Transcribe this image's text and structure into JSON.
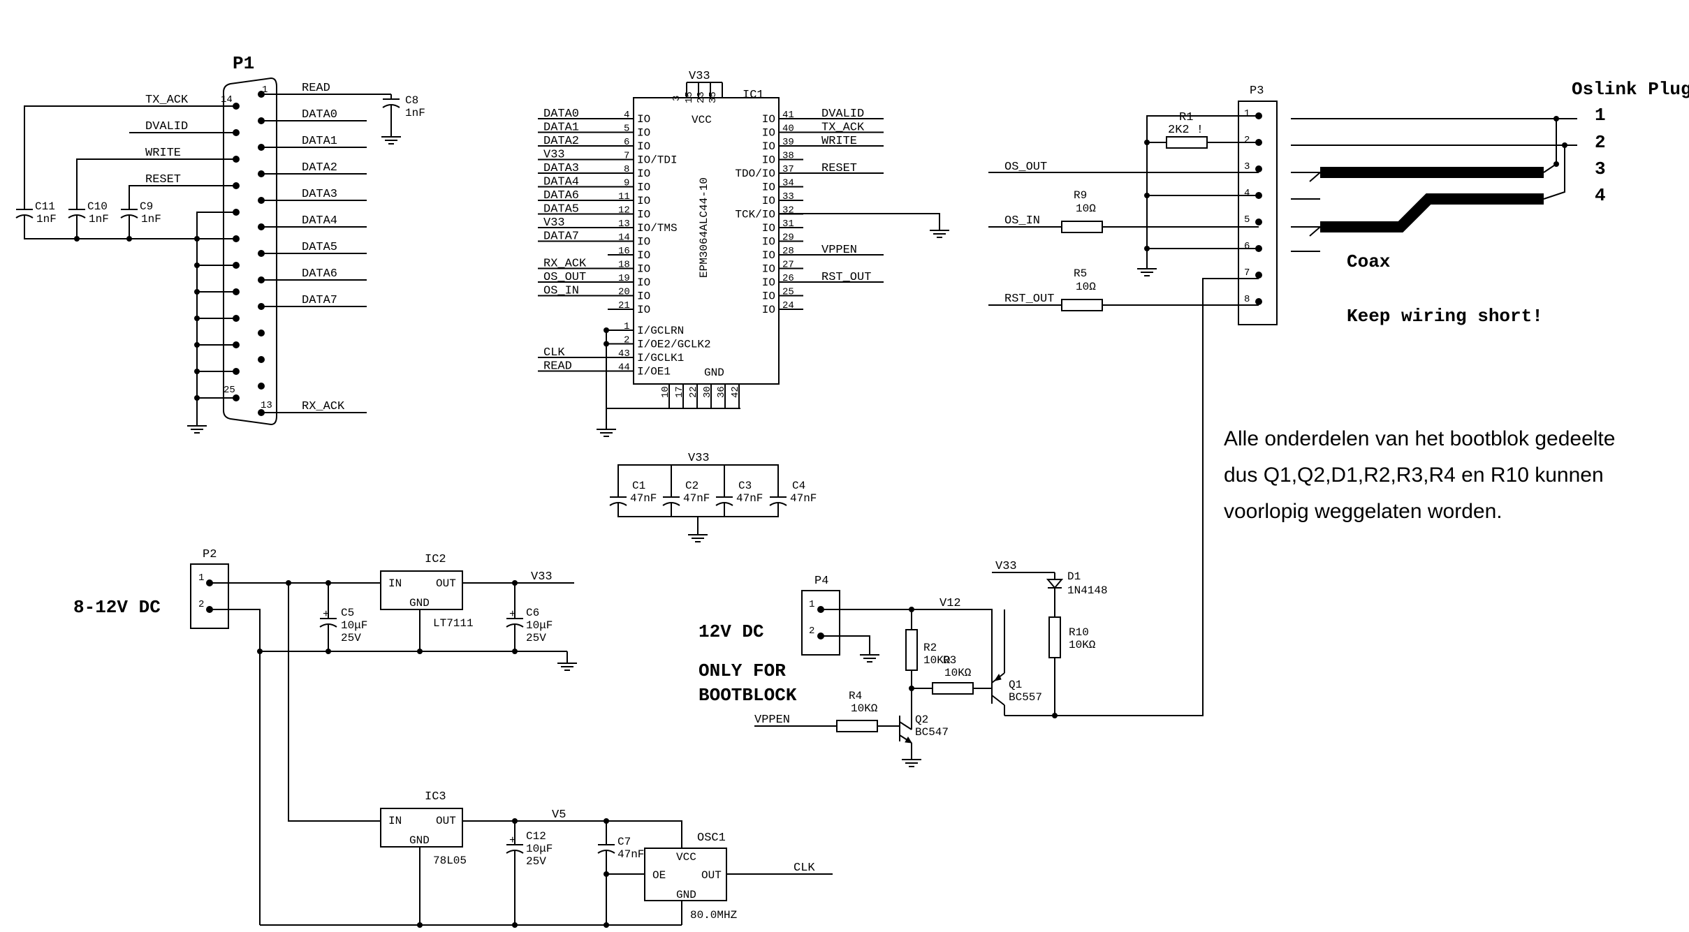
{
  "p1": {
    "ref": "P1",
    "pin1": "1",
    "pin13": "13",
    "pin14": "14",
    "pin25": "25",
    "left_nets": [
      "TX_ACK",
      "DVALID",
      "WRITE",
      "RESET"
    ],
    "right_nets": [
      "READ",
      "DATA0",
      "DATA1",
      "DATA2",
      "DATA3",
      "DATA4",
      "DATA5",
      "DATA6",
      "DATA7",
      "RX_ACK"
    ],
    "caps": [
      {
        "ref": "C11",
        "value": "1nF"
      },
      {
        "ref": "C10",
        "value": "1nF"
      },
      {
        "ref": "C9",
        "value": "1nF"
      },
      {
        "ref": "C8",
        "value": "1nF"
      }
    ]
  },
  "ic1": {
    "ref": "IC1",
    "part": "EPM3064ALC44-10",
    "supply": "V33",
    "top_pins": [
      "3",
      "15",
      "23",
      "35"
    ],
    "vcc": "VCC",
    "gnd": "GND",
    "left_pins": [
      {
        "net": "DATA0",
        "num": "4",
        "func": "IO"
      },
      {
        "net": "DATA1",
        "num": "5",
        "func": "IO"
      },
      {
        "net": "DATA2",
        "num": "6",
        "func": "IO"
      },
      {
        "net": "V33",
        "num": "7",
        "func": "IO/TDI"
      },
      {
        "net": "DATA3",
        "num": "8",
        "func": "IO"
      },
      {
        "net": "DATA4",
        "num": "9",
        "func": "IO"
      },
      {
        "net": "DATA6",
        "num": "11",
        "func": "IO"
      },
      {
        "net": "DATA5",
        "num": "12",
        "func": "IO"
      },
      {
        "net": "V33",
        "num": "13",
        "func": "IO/TMS"
      },
      {
        "net": "DATA7",
        "num": "14",
        "func": "IO"
      },
      {
        "net": "",
        "num": "16",
        "func": "IO"
      },
      {
        "net": "RX_ACK",
        "num": "18",
        "func": "IO"
      },
      {
        "net": "OS_OUT",
        "num": "19",
        "func": "IO"
      },
      {
        "net": "OS_IN",
        "num": "20",
        "func": "IO"
      },
      {
        "net": "",
        "num": "21",
        "func": "IO"
      }
    ],
    "left_pins2": [
      {
        "net": "",
        "num": "1",
        "func": "I/GCLRN"
      },
      {
        "net": "",
        "num": "2",
        "func": "I/OE2/GCLK2"
      },
      {
        "net": "CLK",
        "num": "43",
        "func": "I/GCLK1"
      },
      {
        "net": "READ",
        "num": "44",
        "func": "I/OE1"
      }
    ],
    "right_pins": [
      {
        "net": "DVALID",
        "num": "41",
        "func": "IO"
      },
      {
        "net": "TX_ACK",
        "num": "40",
        "func": "IO"
      },
      {
        "net": "WRITE",
        "num": "39",
        "func": "IO"
      },
      {
        "net": "",
        "num": "38",
        "func": "IO"
      },
      {
        "net": "RESET",
        "num": "37",
        "func": "TDO/IO"
      },
      {
        "net": "",
        "num": "34",
        "func": "IO"
      },
      {
        "net": "",
        "num": "33",
        "func": "IO"
      },
      {
        "net": "",
        "num": "32",
        "func": "TCK/IO"
      },
      {
        "net": "",
        "num": "31",
        "func": "IO"
      },
      {
        "net": "",
        "num": "29",
        "func": "IO"
      },
      {
        "net": "VPPEN",
        "num": "28",
        "func": "IO"
      },
      {
        "net": "",
        "num": "27",
        "func": "IO"
      },
      {
        "net": "RST_OUT",
        "num": "26",
        "func": "IO"
      },
      {
        "net": "",
        "num": "25",
        "func": "IO"
      },
      {
        "net": "",
        "num": "24",
        "func": "IO"
      }
    ],
    "bottom_pins": [
      "10",
      "17",
      "22",
      "30",
      "36",
      "42"
    ]
  },
  "decoupling": {
    "supply": "V33",
    "caps": [
      {
        "ref": "C1",
        "value": "47nF"
      },
      {
        "ref": "C2",
        "value": "47nF"
      },
      {
        "ref": "C3",
        "value": "47nF"
      },
      {
        "ref": "C4",
        "value": "47nF"
      }
    ]
  },
  "p3": {
    "ref": "P3",
    "pins": [
      "1",
      "2",
      "3",
      "4",
      "5",
      "6",
      "7",
      "8"
    ],
    "r1": {
      "ref": "R1",
      "value": "2K2 !"
    },
    "r9": {
      "ref": "R9",
      "value": "10Ω"
    },
    "r5": {
      "ref": "R5",
      "value": "10Ω"
    },
    "nets": {
      "os_out": "OS_OUT",
      "os_in": "OS_IN",
      "rst_out": "RST_OUT"
    }
  },
  "oslink": {
    "title": "Oslink Plug",
    "pins": [
      "1",
      "2",
      "3",
      "4"
    ],
    "coax": "Coax",
    "note": "Keep wiring short!"
  },
  "note": [
    "Alle onderdelen van het bootblok gedeelte",
    "dus Q1,Q2,D1,R2,R3,R4 en R10 kunnen",
    "voorlopig weggelaten worden."
  ],
  "power": {
    "p2": "P2",
    "label": "8-12V DC",
    "pin1": "1",
    "pin2": "2",
    "ic2": {
      "ref": "IC2",
      "part": "LT7111",
      "in": "IN",
      "out": "OUT",
      "gnd": "GND",
      "net": "V33"
    },
    "c5": {
      "ref": "C5",
      "value": "10μF",
      "rating": "25V"
    },
    "c6": {
      "ref": "C6",
      "value": "10μF",
      "rating": "25V"
    },
    "ic3": {
      "ref": "IC3",
      "part": "78L05",
      "in": "IN",
      "out": "OUT",
      "gnd": "GND",
      "net": "V5"
    },
    "c12": {
      "ref": "C12",
      "value": "10μF",
      "rating": "25V"
    },
    "c7": {
      "ref": "C7",
      "value": "47nF"
    },
    "osc": {
      "ref": "OSC1",
      "vcc": "VCC",
      "oe": "OE",
      "out": "OUT",
      "gnd": "GND",
      "freq": "80.0MHZ",
      "net": "CLK"
    }
  },
  "bootblock": {
    "p4": "P4",
    "pin1": "1",
    "pin2": "2",
    "label1": "12V DC",
    "label2": "ONLY FOR",
    "label3": "BOOTBLOCK",
    "v12": "V12",
    "v33": "V33",
    "d1": {
      "ref": "D1",
      "part": "1N4148"
    },
    "r10": {
      "ref": "R10",
      "value": "10KΩ"
    },
    "r2": {
      "ref": "R2",
      "value": "10KΩ"
    },
    "r3": {
      "ref": "R3",
      "value": "10KΩ"
    },
    "r4": {
      "ref": "R4",
      "value": "10KΩ"
    },
    "q1": {
      "ref": "Q1",
      "part": "BC557"
    },
    "q2": {
      "ref": "Q2",
      "part": "BC547"
    },
    "vppen": "VPPEN"
  }
}
